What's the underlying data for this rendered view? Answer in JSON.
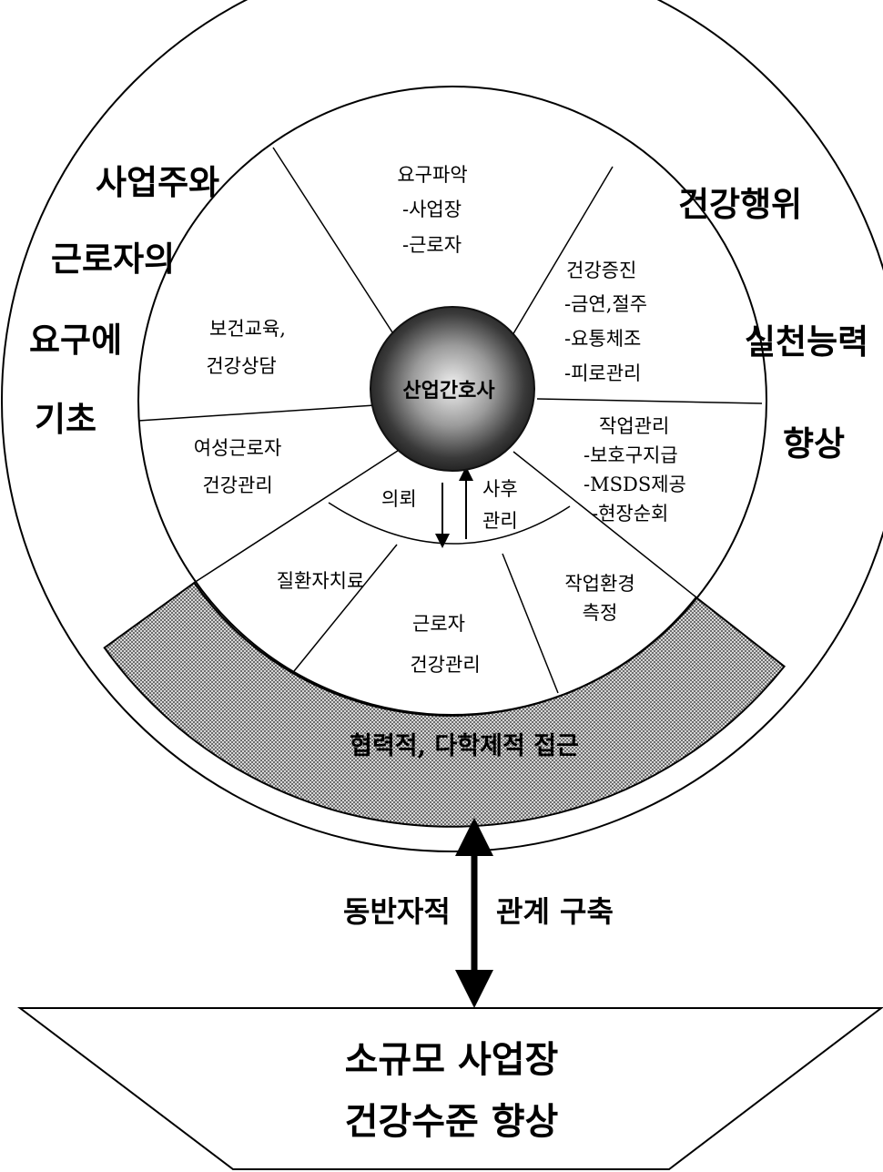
{
  "outer_left": [
    "사업주와",
    "근로자의",
    "요구에",
    "기초"
  ],
  "outer_right": [
    "건강행위",
    "실천능력",
    "향상"
  ],
  "center_label": "산업간호사",
  "segments": {
    "top": [
      "요구파악",
      "-사업장",
      "-근로자"
    ],
    "health_promotion": [
      "건강증진",
      "-금연,절주",
      "-요통체조",
      "-피로관리"
    ],
    "work_management": [
      "작업관리",
      "-보호구지급",
      "-MSDS제공",
      "-현장순회"
    ],
    "health_education": [
      "보건교육,",
      "건강상담"
    ],
    "women_workers": [
      "여성근로자",
      "건강관리"
    ],
    "referral": "의뢰",
    "followup": [
      "사후",
      "관리"
    ],
    "patient_care": "질환자치료",
    "worker_health": [
      "근로자",
      "건강관리"
    ],
    "work_env": [
      "작업환경",
      "측정"
    ]
  },
  "band_label": "협력적, 다학제적 접근",
  "partnership": [
    "동반자적",
    "관계 구축"
  ],
  "bottom_box": [
    "소규모 사업장",
    "건강수준 향상"
  ],
  "colors": {
    "band_fill": "#9a9a9a",
    "sphere_dark": "#1c1c1c",
    "sphere_light": "#f0f0f0"
  }
}
